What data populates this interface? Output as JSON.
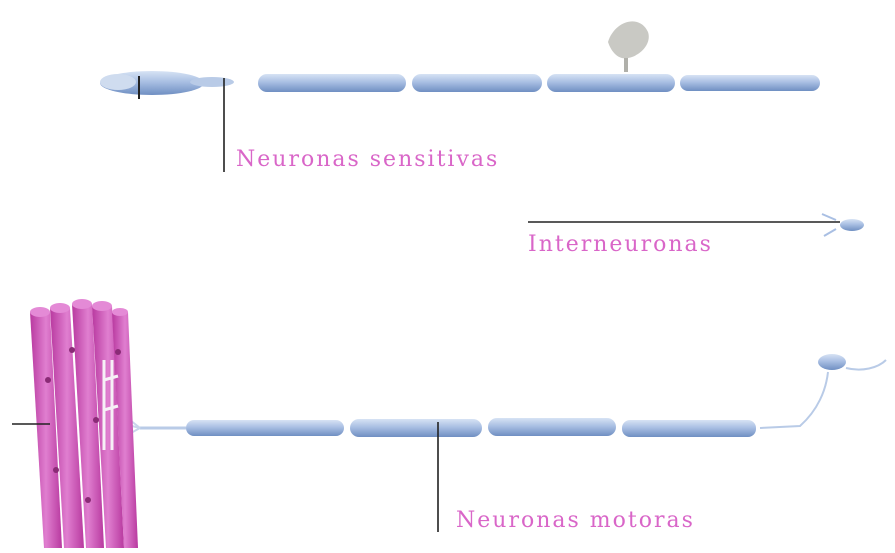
{
  "labels": {
    "sensory": "Neuronas sensitivas",
    "interneurons": "Interneuronas",
    "motor": "Neuronas motoras"
  },
  "colors": {
    "label": "#d966c8",
    "axon": "#9fb7dd",
    "axon_dark": "#6f8fc2",
    "muscle": "#cc4fb5",
    "muscle_light": "#e07fd0",
    "leader": "#222222"
  },
  "icons": [
    "sensory-neuron",
    "interneuron",
    "motor-neuron",
    "muscle-fibers",
    "sensory-receptor"
  ]
}
